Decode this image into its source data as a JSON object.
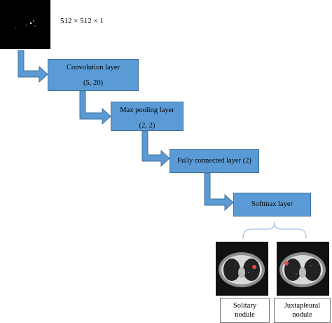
{
  "input": {
    "dimensions": "512 × 512 × 1"
  },
  "layers": [
    {
      "name": "Convolution layer",
      "param": "(5, 20)"
    },
    {
      "name": "Max pooling layer",
      "param": "(2, 2)"
    },
    {
      "name": "Fully connected layer (2)"
    },
    {
      "name": "Softmax layer"
    }
  ],
  "outputs": [
    {
      "label_line1": "Solitary",
      "label_line2": "nodule"
    },
    {
      "label_line1": "Juxtapleural",
      "label_line2": "nodule"
    }
  ],
  "colors": {
    "box_fill": "#5b9bd5",
    "box_border": "#41719c",
    "brace": "#9dc3e6"
  }
}
